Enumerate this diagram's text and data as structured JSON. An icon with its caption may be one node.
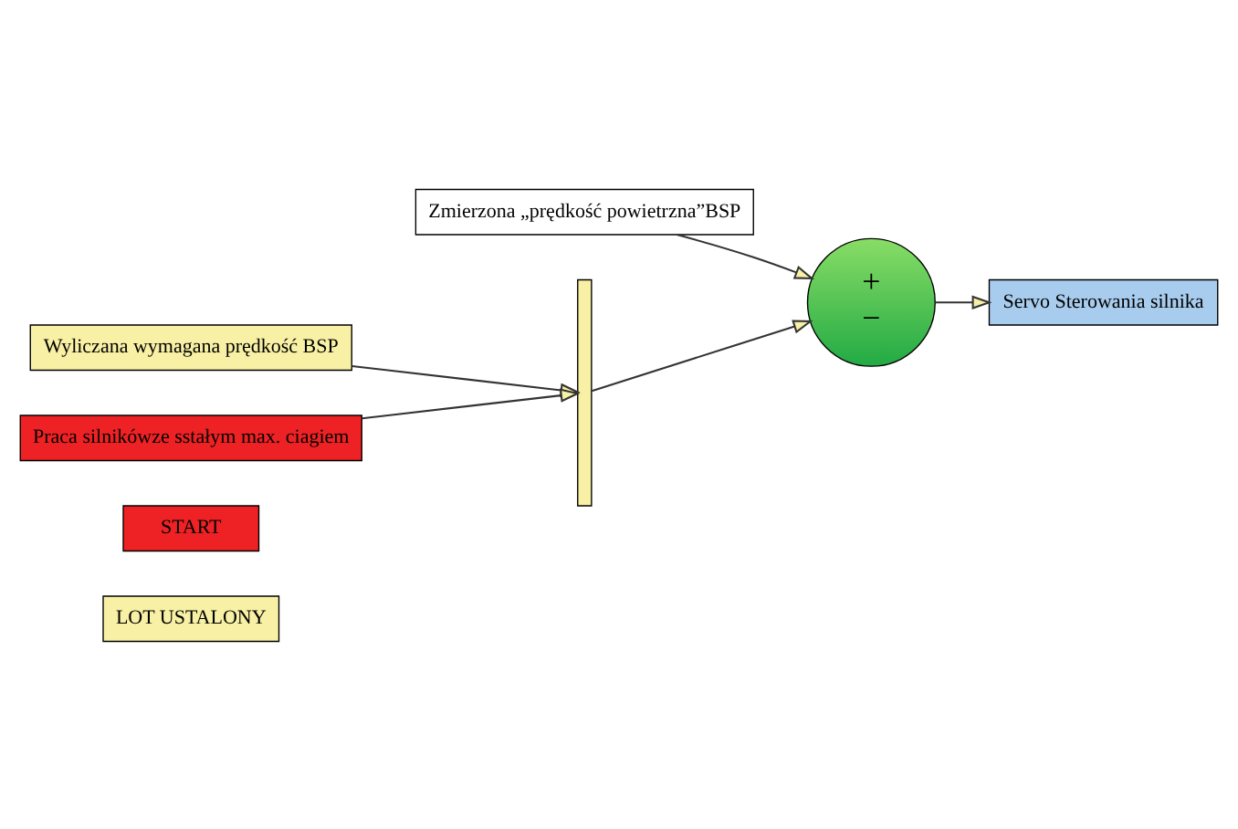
{
  "diagram": {
    "nodes": [
      {
        "text": [
          "START"
        ]
      },
      {
        "text": [
          "LOT USTALONY"
        ]
      },
      {
        "text": [
          "Zmierzona „prędkość powietrzna”BSP"
        ]
      },
      {
        "text": [
          "Wyliczana wymagana prędkość BSP"
        ]
      },
      {
        "text": [
          "Praca silnikówze sstałym max. ciagiem"
        ]
      },
      {
        "text": [],
        "shape": "bar"
      },
      {
        "text": [
          "+",
          "−"
        ]
      },
      {
        "text": [
          "Servo Sterowania silnika"
        ]
      }
    ],
    "edges": [
      {
        "from": 3,
        "to": 5,
        "arrow": "to"
      },
      {
        "from": 4,
        "to": 5,
        "arrow": "to"
      },
      {
        "from": 5,
        "to": 6,
        "arrow": "to"
      },
      {
        "from": 2,
        "to": 6,
        "arrow": "to"
      },
      {
        "from": 6,
        "to": 7,
        "arrow": "to"
      }
    ]
  }
}
